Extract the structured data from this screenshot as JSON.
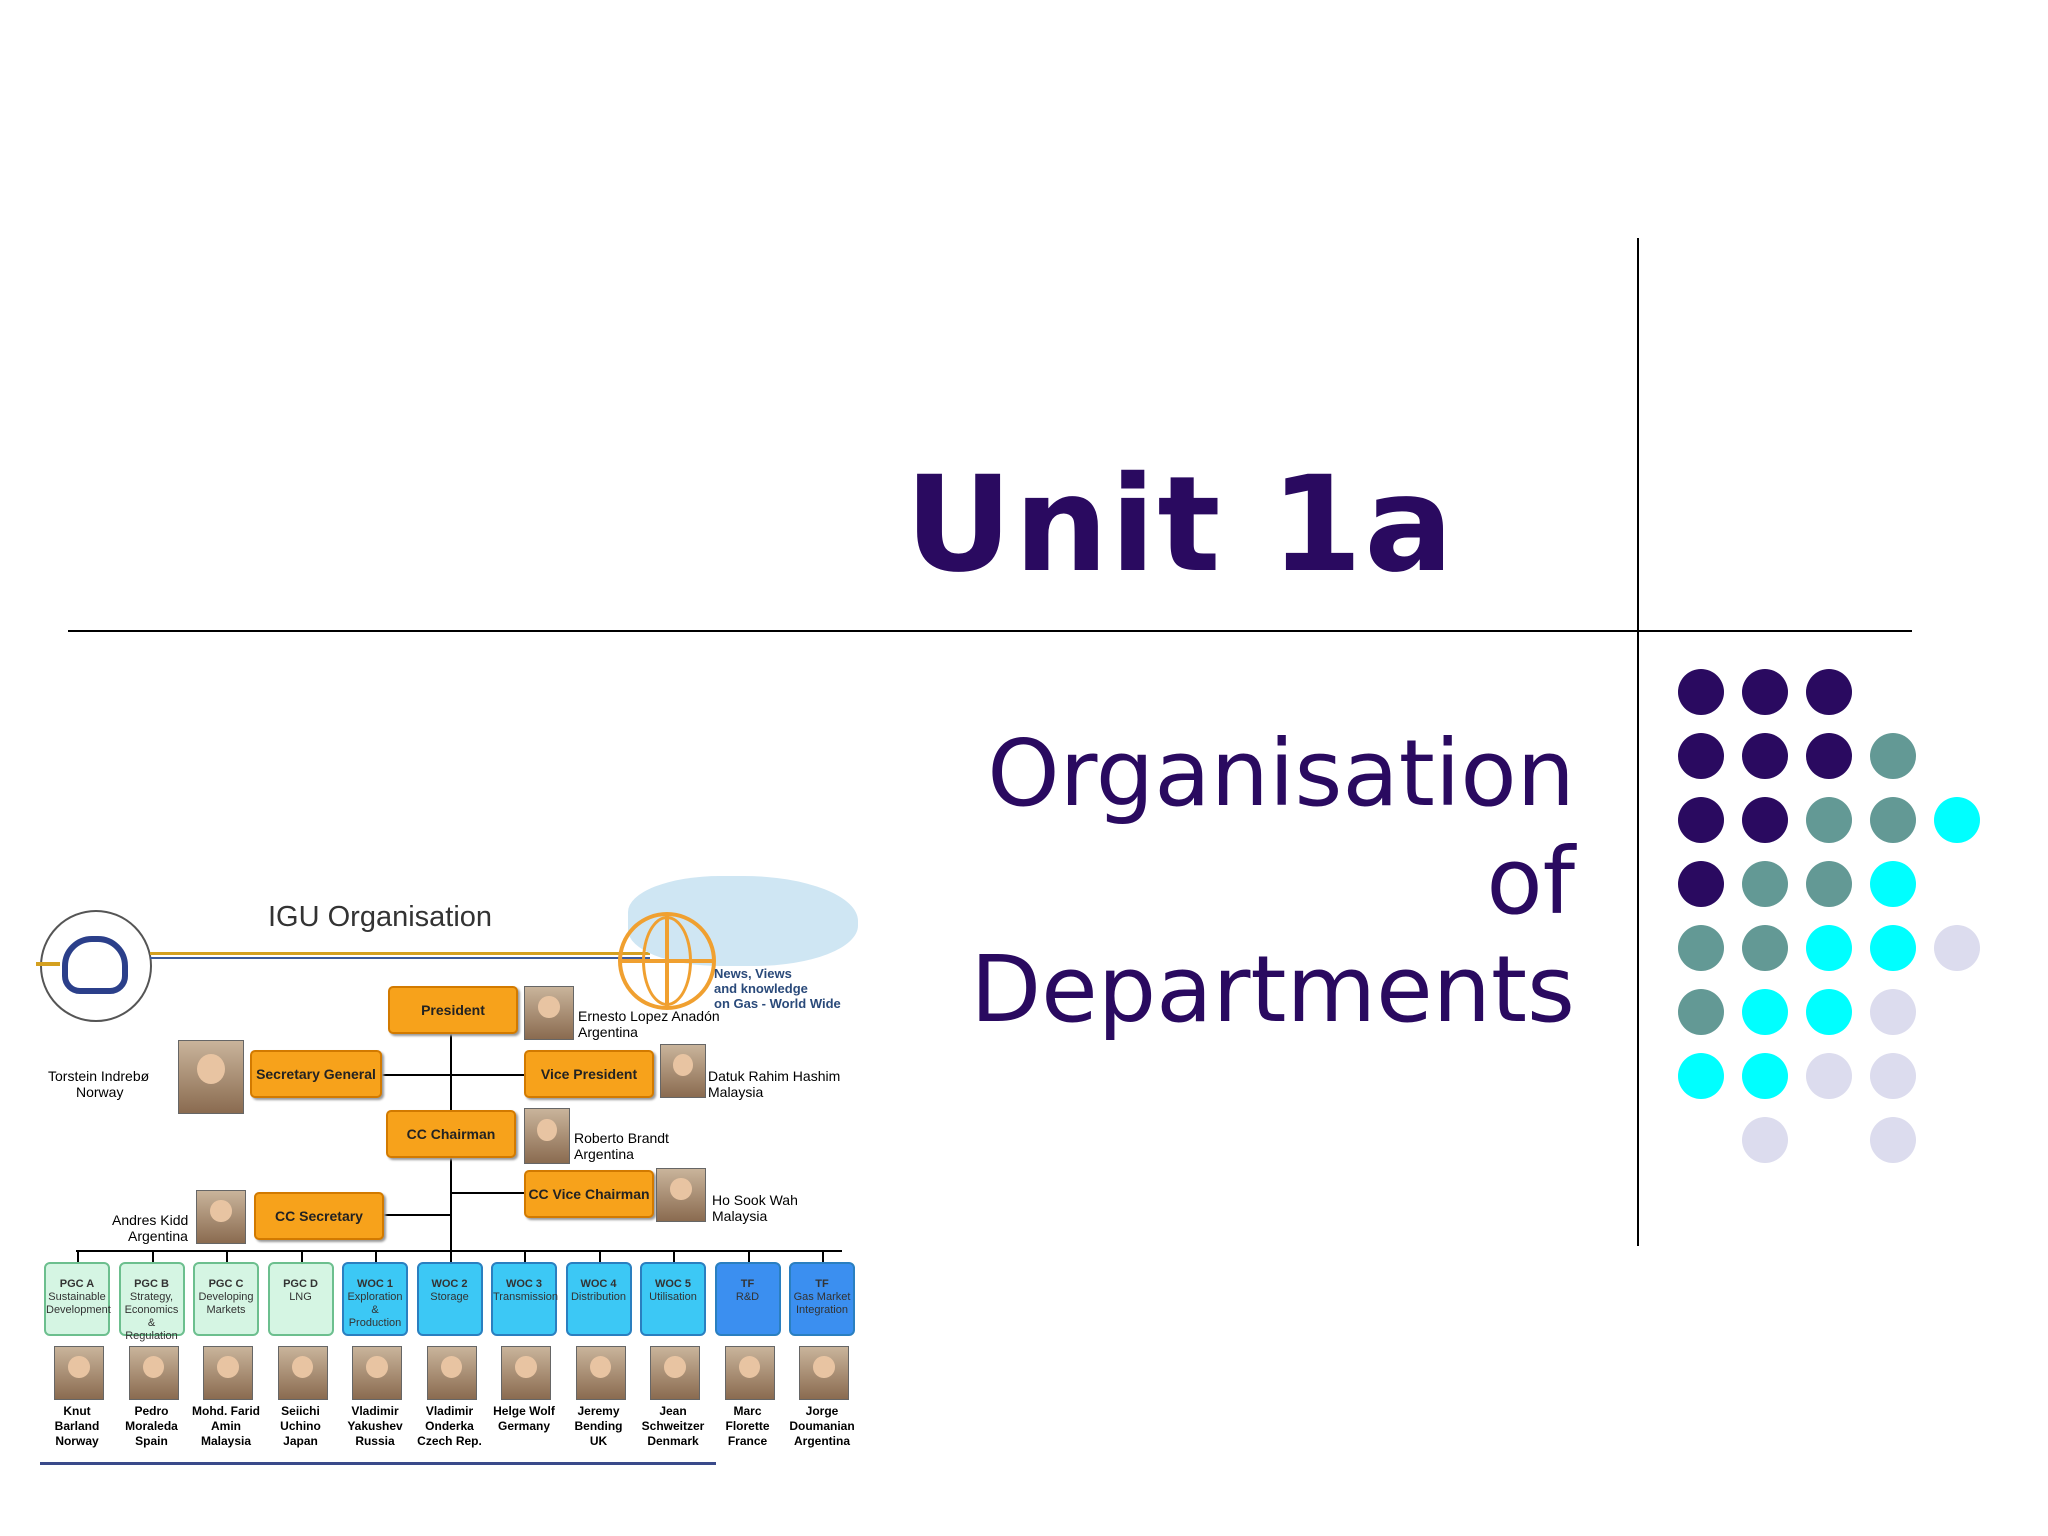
{
  "slide": {
    "title": "Unit 1a",
    "subtitle_line1": "Organisation of",
    "subtitle_line2": "Departments"
  },
  "colors": {
    "dark_purple": "#2a0a60",
    "teal": "#639995",
    "cyan": "#00ffff",
    "lavender": "#dcdcee",
    "orange_box": "#f7a21b",
    "pale_green_box": "#d5f5e3",
    "light_blue_box": "#3cc8f5",
    "blue_box": "#3b8ff0"
  },
  "chart": {
    "heading": "IGU Organisation",
    "tagline_1": "News, Views",
    "tagline_2": "and knowledge",
    "tagline_3": "on Gas - World Wide",
    "roles": {
      "president": "President",
      "secretary_general": "Secretary General",
      "vice_president": "Vice President",
      "cc_chairman": "CC Chairman",
      "cc_vice_chairman": "CC Vice Chairman",
      "cc_secretary": "CC Secretary"
    },
    "people": {
      "president_name": "Ernesto Lopez Anadón",
      "president_country": "Argentina",
      "secgen_name": "Torstein Indrebø",
      "secgen_country": "Norway",
      "vp_name": "Datuk Rahim Hashim",
      "vp_country": "Malaysia",
      "ccchair_name": "Roberto Brandt",
      "ccchair_country": "Argentina",
      "ccvice_name": "Ho Sook Wah",
      "ccvice_country": "Malaysia",
      "ccsec_name": "Andres Kidd",
      "ccsec_country": "Argentina"
    },
    "committees": [
      {
        "code": "PGC A",
        "desc": "Sustainable Development",
        "person": "Knut Barland",
        "country": "Norway"
      },
      {
        "code": "PGC B",
        "desc": "Strategy, Economics & Regulation",
        "person": "Pedro Moraleda",
        "country": "Spain"
      },
      {
        "code": "PGC C",
        "desc": "Developing Markets",
        "person": "Mohd. Farid Amin",
        "country": "Malaysia"
      },
      {
        "code": "PGC D",
        "desc": "LNG",
        "person": "Seiichi Uchino",
        "country": "Japan"
      },
      {
        "code": "WOC 1",
        "desc": "Exploration & Production",
        "person": "Vladimir Yakushev",
        "country": "Russia"
      },
      {
        "code": "WOC 2",
        "desc": "Storage",
        "person": "Vladimir Onderka",
        "country": "Czech Rep."
      },
      {
        "code": "WOC 3",
        "desc": "Transmission",
        "person": "Helge Wolf",
        "country": "Germany"
      },
      {
        "code": "WOC 4",
        "desc": "Distribution",
        "person": "Jeremy Bending",
        "country": "UK"
      },
      {
        "code": "WOC 5",
        "desc": "Utilisation",
        "person": "Jean Schweitzer",
        "country": "Denmark"
      },
      {
        "code": "TF",
        "desc": "R&D",
        "person": "Marc Florette",
        "country": "France"
      },
      {
        "code": "TF",
        "desc": "Gas Market Integration",
        "person": "Jorge Doumanian",
        "country": "Argentina"
      }
    ]
  }
}
